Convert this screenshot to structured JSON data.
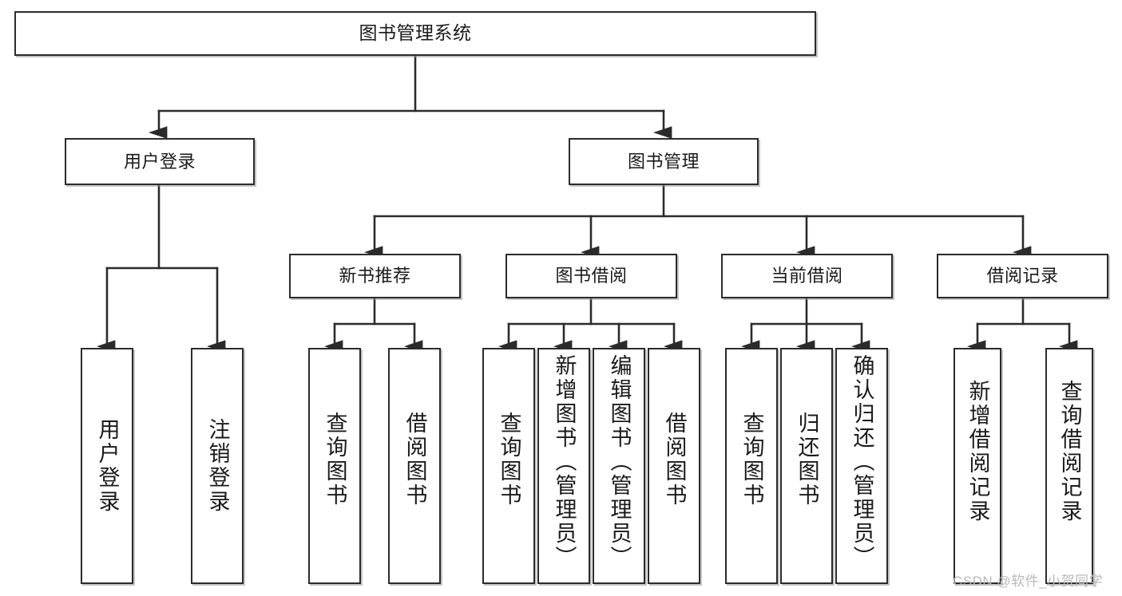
{
  "diagram": {
    "type": "tree-hierarchy",
    "title": "图书管理系统",
    "watermark": "CSDN @软件_小贺同学",
    "colors": {
      "border": "#2b2b2b",
      "fill": "#ffffff",
      "text": "#1a1a1a",
      "edge": "#2b2b2b",
      "watermark": "#b9b9b9"
    },
    "nodes": {
      "root": {
        "label": "图书管理系统"
      },
      "level1": [
        {
          "id": "user-login",
          "label": "用户登录"
        },
        {
          "id": "book-manage",
          "label": "图书管理"
        }
      ],
      "level2": [
        {
          "id": "new-book-recommend",
          "label": "新书推荐"
        },
        {
          "id": "book-borrow",
          "label": "图书借阅"
        },
        {
          "id": "current-borrow",
          "label": "当前借阅"
        },
        {
          "id": "borrow-record",
          "label": "借阅记录"
        }
      ],
      "leaves": [
        {
          "id": "leaf-user-login",
          "label": "用户登录",
          "parent": "user-login"
        },
        {
          "id": "leaf-logout",
          "label": "注销登录",
          "parent": "user-login"
        },
        {
          "id": "leaf-query-book-1",
          "label": "查询图书",
          "parent": "new-book-recommend"
        },
        {
          "id": "leaf-borrow-book-1",
          "label": "借阅图书",
          "parent": "new-book-recommend"
        },
        {
          "id": "leaf-query-book-2",
          "label": "查询图书",
          "parent": "book-borrow"
        },
        {
          "id": "leaf-add-book",
          "label": "新增图书（管理员）",
          "parent": "book-borrow"
        },
        {
          "id": "leaf-edit-book",
          "label": "编辑图书（管理员）",
          "parent": "book-borrow"
        },
        {
          "id": "leaf-borrow-book-2",
          "label": "借阅图书",
          "parent": "book-borrow"
        },
        {
          "id": "leaf-query-book-3",
          "label": "查询图书",
          "parent": "current-borrow"
        },
        {
          "id": "leaf-return-book",
          "label": "归还图书",
          "parent": "current-borrow"
        },
        {
          "id": "leaf-confirm-return",
          "label": "确认归还（管理员）",
          "parent": "current-borrow"
        },
        {
          "id": "leaf-add-record",
          "label": "新增借阅记录",
          "parent": "borrow-record"
        },
        {
          "id": "leaf-query-record",
          "label": "查询借阅记录",
          "parent": "borrow-record"
        }
      ]
    }
  }
}
